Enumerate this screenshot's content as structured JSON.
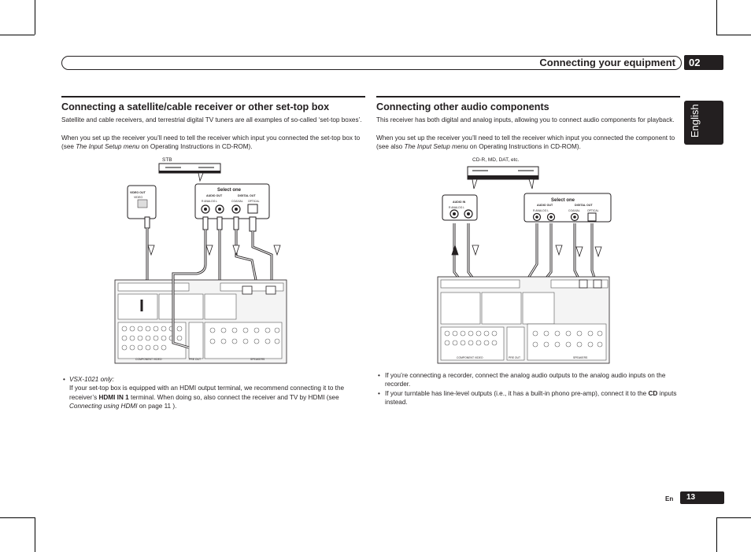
{
  "header": {
    "title": "Connecting your equipment",
    "chapter": "02",
    "language_tab": "English"
  },
  "left": {
    "title": "Connecting a satellite/cable receiver or other set-top box",
    "para1": "Satellite and cable receivers, and terrestrial digital TV tuners are all examples of so-called ‘set-top boxes’.",
    "para2_a": "When you set up the receiver you’ll need to tell the receiver which input you connected the set-top box to (see ",
    "para2_italic": "The Input Setup menu",
    "para2_b": " on Operating Instructions in CD-ROM).",
    "diagram": {
      "device_label": "STB",
      "video_out": "VIDEO OUT",
      "video": "VIDEO",
      "select_one": "Select one",
      "audio_out": "AUDIO OUT",
      "analog": "R  ANALOG  L",
      "digital_out": "DIGITAL OUT",
      "coaxial": "COAXIAL",
      "optical": "OPTICAL",
      "component_video": "COMPONENT VIDEO",
      "preout": "PRE OUT",
      "speakers": "SPEAKERS"
    },
    "bullet_title": "VSX-1021 only:",
    "bullet_a": "If your set-top box is equipped with an HDMI output terminal, we recommend connecting it to the receiver’s ",
    "bullet_bold": "HDMI IN 1",
    "bullet_b": " terminal. When doing so, also connect the receiver and TV by HDMI (see ",
    "bullet_italic": "Connecting using HDMI",
    "bullet_c": " on page 11 )."
  },
  "right": {
    "title": "Connecting other audio components",
    "para1": "This receiver has both digital and analog inputs, allowing you to connect audio components for playback.",
    "para2_a": "When you set up the receiver you’ll need to tell the receiver which input you connected the compo­nent to (see also ",
    "para2_italic": "The Input Setup menu",
    "para2_b": " on Operating Instructions in CD-ROM).",
    "diagram": {
      "device_label": "CD-R, MD, DAT, etc.",
      "audio_in": "AUDIO IN",
      "analog_in": "R  ANALOG  L",
      "select_one": "Select one",
      "audio_out": "AUDIO OUT",
      "analog_out": "R  ANALOG  L",
      "digital_out": "DIGITAL OUT",
      "coaxial": "COAXIAL",
      "optical": "OPTICAL",
      "component_video": "COMPONENT VIDEO",
      "preout": "PRE OUT",
      "speakers": "SPEAKERS"
    },
    "bullet1": "If you’re connecting a recorder, connect the analog audio outputs to the analog audio inputs on the recorder.",
    "bullet2_a": "If your turntable has line-level outputs (i.e., it has a built-in phono pre-amp), connect it to the ",
    "bullet2_bold": "CD",
    "bullet2_b": " inputs instead."
  },
  "footer": {
    "lang_code": "En",
    "page": "13"
  }
}
